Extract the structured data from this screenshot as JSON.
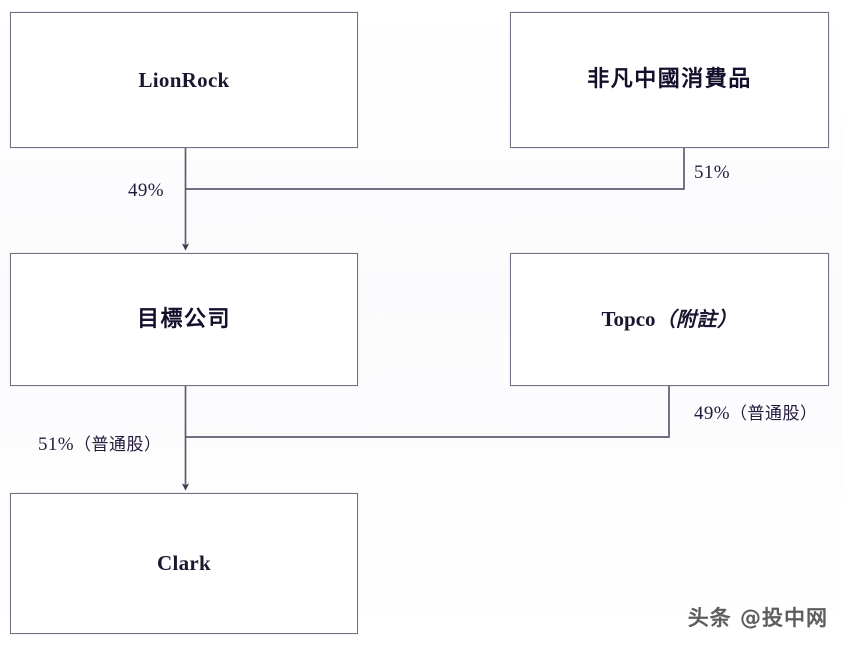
{
  "diagram": {
    "type": "org-ownership-structure",
    "nodes": [
      {
        "id": "lionrock",
        "label": "LionRock",
        "script": "en"
      },
      {
        "id": "ffchina",
        "label": "非凡中國消費品",
        "script": "cn"
      },
      {
        "id": "targetco",
        "label": "目標公司",
        "script": "cn"
      },
      {
        "id": "topco",
        "label": "Topco",
        "note": "（附註）",
        "script": "mixed"
      },
      {
        "id": "clark",
        "label": "Clark",
        "script": "en"
      }
    ],
    "edges": [
      {
        "id": "lionrock-targetco",
        "from": "lionrock",
        "to": "targetco",
        "label": "49%"
      },
      {
        "id": "ffchina-targetco",
        "from": "ffchina",
        "to": "targetco",
        "label": "51%"
      },
      {
        "id": "targetco-clark",
        "from": "targetco",
        "to": "clark",
        "label": "51%",
        "qualifier": "（普通股）"
      },
      {
        "id": "topco-clark",
        "from": "topco",
        "to": "clark",
        "label": "49%",
        "qualifier": "（普通股）"
      }
    ]
  },
  "watermark": {
    "text": "头条 @投中网"
  },
  "colors": {
    "box_border": "#6f7184",
    "box_fill": "#ffffff",
    "text": "#1b1630",
    "edge_label": "#241a3d",
    "connector": "#5b5d70",
    "page_background": "#fdfdfe"
  }
}
